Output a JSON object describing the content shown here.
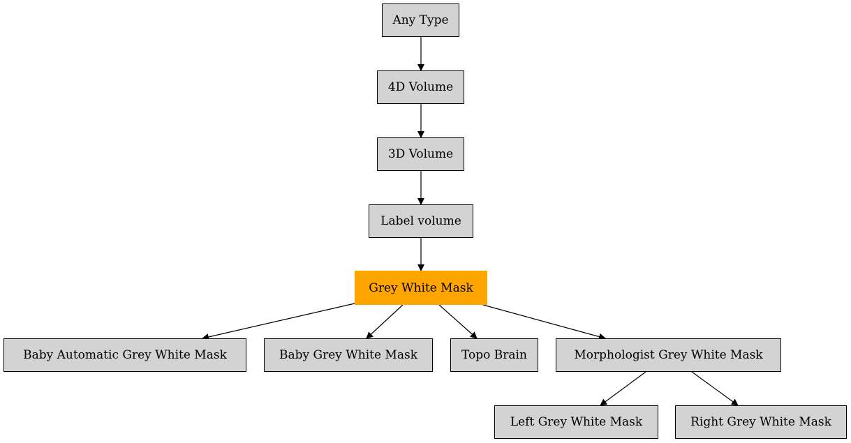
{
  "colors": {
    "node_fill": "#d3d3d3",
    "highlight_fill": "#ffa500",
    "stroke": "#000000"
  },
  "nodes": [
    {
      "id": "any_type",
      "label": "Any Type"
    },
    {
      "id": "volume_4d",
      "label": "4D Volume"
    },
    {
      "id": "volume_3d",
      "label": "3D Volume"
    },
    {
      "id": "label_volume",
      "label": "Label volume"
    },
    {
      "id": "grey_white_mask",
      "label": "Grey White Mask",
      "highlighted": true
    },
    {
      "id": "baby_automatic_gwm",
      "label": "Baby Automatic Grey White Mask"
    },
    {
      "id": "baby_gwm",
      "label": "Baby Grey White Mask"
    },
    {
      "id": "topo_brain",
      "label": "Topo Brain"
    },
    {
      "id": "morphologist_gwm",
      "label": "Morphologist Grey White Mask"
    },
    {
      "id": "left_gwm",
      "label": "Left Grey White Mask"
    },
    {
      "id": "right_gwm",
      "label": "Right Grey White Mask"
    }
  ],
  "edges": [
    {
      "from": "any_type",
      "to": "volume_4d"
    },
    {
      "from": "volume_4d",
      "to": "volume_3d"
    },
    {
      "from": "volume_3d",
      "to": "label_volume"
    },
    {
      "from": "label_volume",
      "to": "grey_white_mask"
    },
    {
      "from": "grey_white_mask",
      "to": "baby_automatic_gwm"
    },
    {
      "from": "grey_white_mask",
      "to": "baby_gwm"
    },
    {
      "from": "grey_white_mask",
      "to": "topo_brain"
    },
    {
      "from": "grey_white_mask",
      "to": "morphologist_gwm"
    },
    {
      "from": "morphologist_gwm",
      "to": "left_gwm"
    },
    {
      "from": "morphologist_gwm",
      "to": "right_gwm"
    }
  ]
}
